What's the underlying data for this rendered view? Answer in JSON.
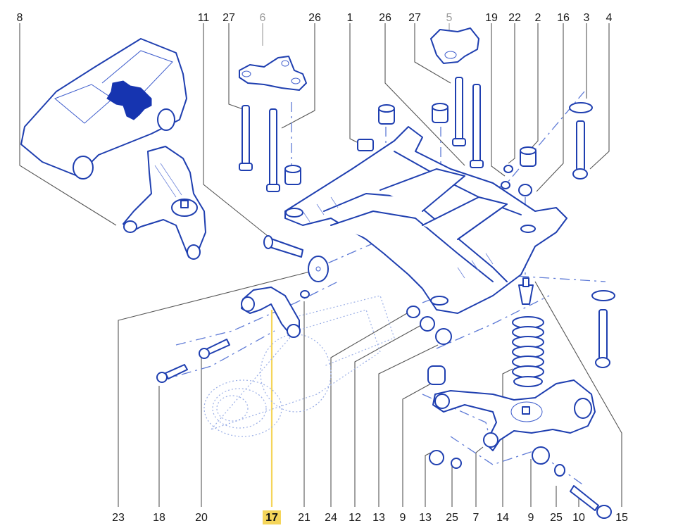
{
  "diagram": {
    "title": "Rear subframe / rear axle assembly – exploded parts view",
    "colors": {
      "line_art": "#1f3fb0",
      "leader": "#555555",
      "muted_label": "#9a9a9a",
      "highlight": "#f5d55a"
    },
    "top_callouts": [
      {
        "label": "8"
      },
      {
        "label": "11"
      },
      {
        "label": "27"
      },
      {
        "label": "6",
        "muted": true
      },
      {
        "label": "26"
      },
      {
        "label": "1"
      },
      {
        "label": "26"
      },
      {
        "label": "27"
      },
      {
        "label": "5",
        "muted": true
      },
      {
        "label": "19"
      },
      {
        "label": "22"
      },
      {
        "label": "2"
      },
      {
        "label": "16"
      },
      {
        "label": "3"
      },
      {
        "label": "4"
      }
    ],
    "bottom_callouts": [
      {
        "label": "23"
      },
      {
        "label": "18"
      },
      {
        "label": "20"
      },
      {
        "label": "17",
        "highlighted": true
      },
      {
        "label": "21"
      },
      {
        "label": "24"
      },
      {
        "label": "12"
      },
      {
        "label": "13"
      },
      {
        "label": "9"
      },
      {
        "label": "13"
      },
      {
        "label": "25"
      },
      {
        "label": "7"
      },
      {
        "label": "14"
      },
      {
        "label": "9"
      },
      {
        "label": "25"
      },
      {
        "label": "10"
      },
      {
        "label": "15"
      }
    ],
    "selected_part": "17",
    "parts": [
      {
        "id": "vehicle-locator",
        "name": "Vehicle locator (van)"
      },
      {
        "id": "subframe",
        "name": "Rear subframe"
      },
      {
        "id": "mount-bracket-left",
        "name": "Mount bracket"
      },
      {
        "id": "mount-bracket-right",
        "name": "Mount bracket"
      },
      {
        "id": "trailing-arm-left",
        "name": "Trailing arm"
      },
      {
        "id": "trailing-arm-right",
        "name": "Trailing arm / hub carrier"
      },
      {
        "id": "coil-spring",
        "name": "Coil spring"
      },
      {
        "id": "bump-stop",
        "name": "Bump stop"
      },
      {
        "id": "differential-bracket",
        "name": "Differential bracket"
      },
      {
        "id": "differential-ghost",
        "name": "Differential (outline)"
      }
    ]
  }
}
